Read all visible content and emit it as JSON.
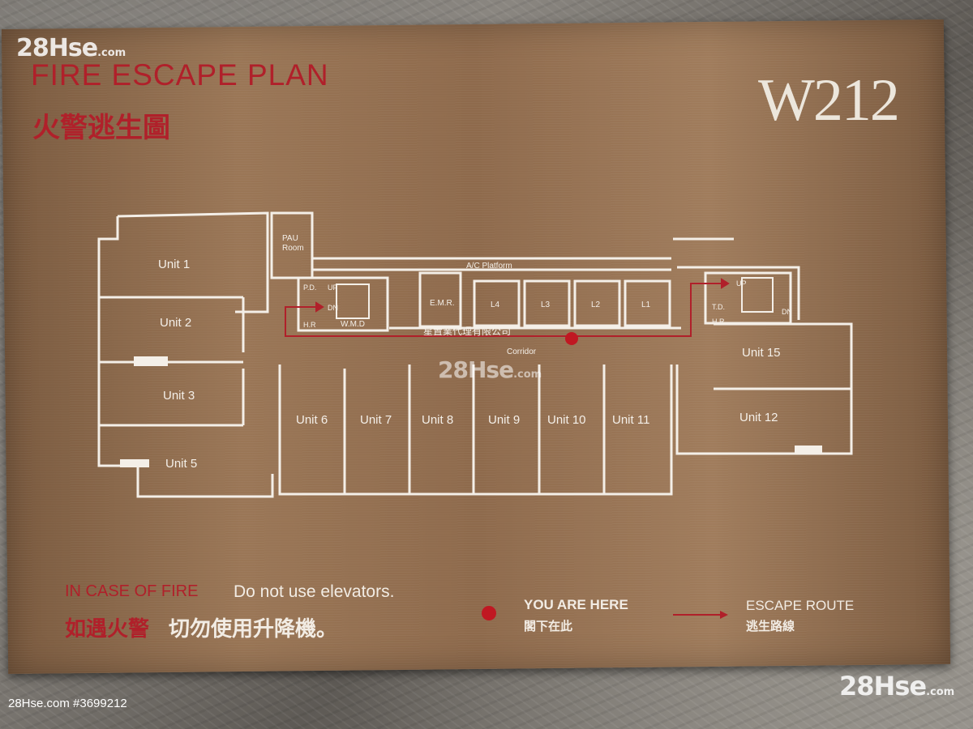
{
  "watermark": {
    "brand_big": "28Hse",
    "brand_small": ".com",
    "photo_id": "28Hse.com #3699212"
  },
  "header": {
    "title_en": "FIRE ESCAPE PLAN",
    "title_zh": "火警逃生圖",
    "building": "W212"
  },
  "plan": {
    "rooms": {
      "unit1": "Unit 1",
      "unit2": "Unit 2",
      "unit3": "Unit 3",
      "unit5": "Unit 5",
      "unit6": "Unit 6",
      "unit7": "Unit 7",
      "unit8": "Unit 8",
      "unit9": "Unit 9",
      "unit10": "Unit 10",
      "unit11": "Unit 11",
      "unit12": "Unit 12",
      "unit15": "Unit 15"
    },
    "labels": {
      "pau_1": "PAU",
      "pau_2": "Room",
      "ac_platform": "A/C Platform",
      "corridor": "Corridor",
      "emr": "E.M.R.",
      "wmd": "W.M.D",
      "pd": "P.D.",
      "td": "T.D.",
      "hr": "H.R",
      "up": "UP",
      "dn": "DN",
      "mgmt": "星置業代理有限公司"
    },
    "lifts": [
      "L4",
      "L3",
      "L2",
      "L1"
    ],
    "colors": {
      "route": "#b0202a",
      "lines": "#f4efe8"
    }
  },
  "legend": {
    "warn_en_red": "IN CASE OF FIRE",
    "warn_en_white": "Do not use elevators.",
    "warn_zh_red": "如遇火警",
    "warn_zh_white": "切勿使用升降機。",
    "here_en": "YOU ARE HERE",
    "here_zh": "閣下在此",
    "route_en": "ESCAPE ROUTE",
    "route_zh": "逃生路線"
  }
}
